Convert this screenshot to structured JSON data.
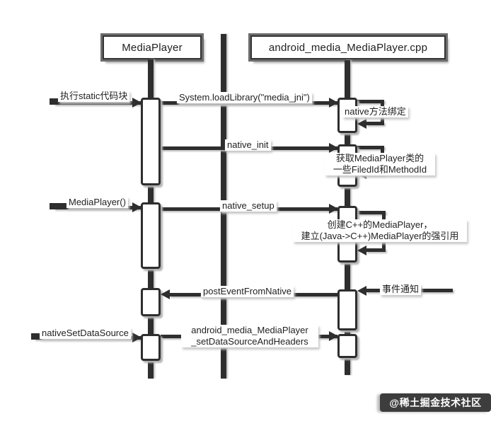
{
  "diagram": {
    "participants": {
      "left": "MediaPlayer",
      "right": "android_media_MediaPlayer.cpp"
    },
    "messages": {
      "exec_static": "执行static代码块",
      "load_library": "System.loadLibrary(\"media_jni\")",
      "native_init": "native_init",
      "constructor": "MediaPlayer()",
      "native_setup": "native_setup",
      "post_event_from_native": "postEventFromNative",
      "native_set_data_source": "nativeSetDataSource",
      "set_data_source_line1": "android_media_MediaPlayer",
      "set_data_source_line2": "_setDataSourceAndHeaders"
    },
    "notes": {
      "native_bind": "native方法绑定",
      "get_ids_line1": "获取MediaPlayer类的",
      "get_ids_line2": "一些FiledId和MethodId",
      "create_cpp_line1": "创建C++的MediaPlayer，",
      "create_cpp_line2": "建立(Java->C++)MediaPlayer的强引用",
      "event_notify": "事件通知"
    },
    "watermark": "@稀土掘金技术社区",
    "colors": {
      "line": "#2e2e2e",
      "label_text": "#1f1f1f",
      "badge_bg": "#3d3d3d",
      "badge_text": "#ffffff"
    }
  }
}
